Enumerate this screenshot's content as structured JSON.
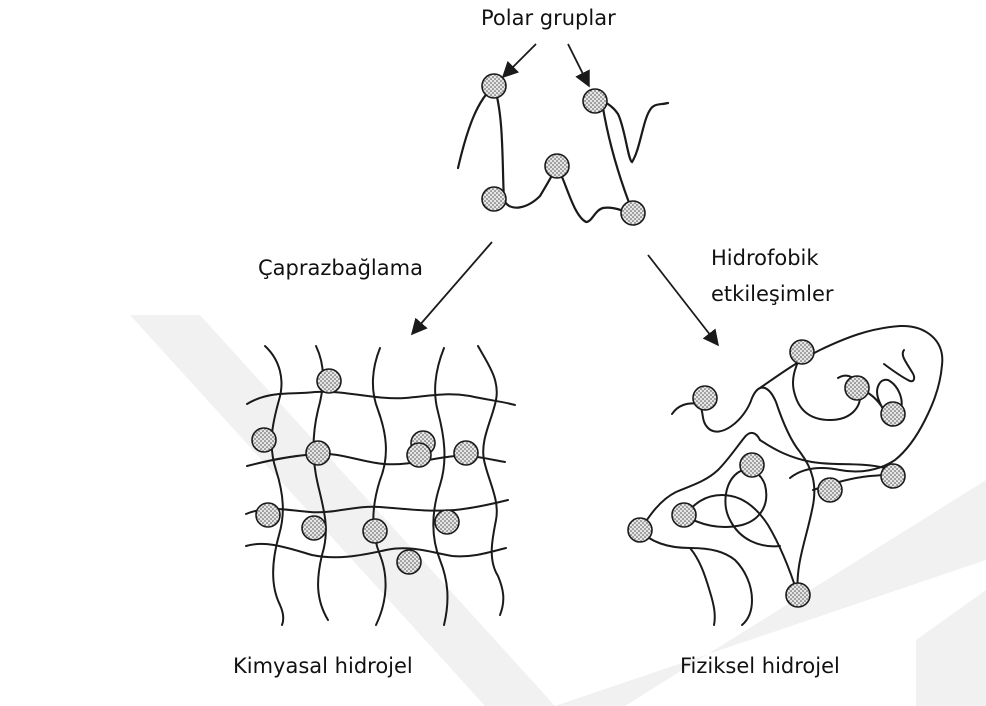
{
  "labels": {
    "polar_groups": "Polar gruplar",
    "crosslinking": "Çaprazbağlama",
    "hydrophobic_line1": "Hidrofobik",
    "hydrophobic_line2": "etkileşimler",
    "chemical_hydrogel": "Kimyasal hidrojel",
    "physical_hydrogel": "Fiziksel hidrojel"
  },
  "colors": {
    "line": "#1a1a1a",
    "bead_fill": "#e6e6e6",
    "bead_dot": "#444444",
    "watermark": "#f1f1f1"
  }
}
